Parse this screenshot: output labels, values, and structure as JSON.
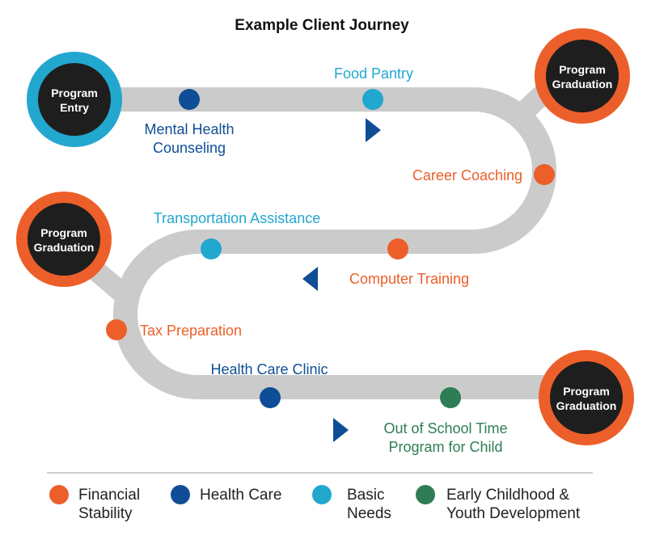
{
  "title": "Example Client Journey",
  "colors": {
    "financial": "#EC5F2A",
    "health": "#0F4E96",
    "basic": "#22A7CF",
    "early": "#2E7D54",
    "road": "#CBCBCB",
    "badge_fill": "#1E1E1E",
    "entry_ring": "#22A7CF",
    "grad_ring": "#EC5F2A"
  },
  "badges": {
    "entry": {
      "line1": "Program",
      "line2": "Entry"
    },
    "grad_top": {
      "line1": "Program",
      "line2": "Graduation"
    },
    "grad_mid": {
      "line1": "Program",
      "line2": "Graduation"
    },
    "grad_bottom": {
      "line1": "Program",
      "line2": "Graduation"
    }
  },
  "stops": {
    "mental_health": {
      "line1": "Mental Health",
      "line2": "Counseling",
      "category": "health"
    },
    "food_pantry": {
      "label": "Food Pantry",
      "category": "basic"
    },
    "career_coaching": {
      "label": "Career Coaching",
      "category": "financial"
    },
    "transportation": {
      "label": "Transportation Assistance",
      "category": "basic"
    },
    "computer_training": {
      "label": "Computer Training",
      "category": "financial"
    },
    "tax_preparation": {
      "label": "Tax Preparation",
      "category": "financial"
    },
    "health_care_clinic": {
      "label": "Health Care Clinic",
      "category": "health"
    },
    "out_of_school": {
      "line1": "Out of School Time",
      "line2": "Program for Child",
      "category": "early"
    }
  },
  "direction_icons": [
    "arrow-right-icon",
    "arrow-left-icon",
    "arrow-right-icon"
  ],
  "legend": {
    "financial": {
      "line1": "Financial",
      "line2": "Stability"
    },
    "health": {
      "line1": "Health Care"
    },
    "basic": {
      "line1": "Basic",
      "line2": "Needs"
    },
    "early": {
      "line1": "Early Childhood &",
      "line2": "Youth Development"
    }
  }
}
